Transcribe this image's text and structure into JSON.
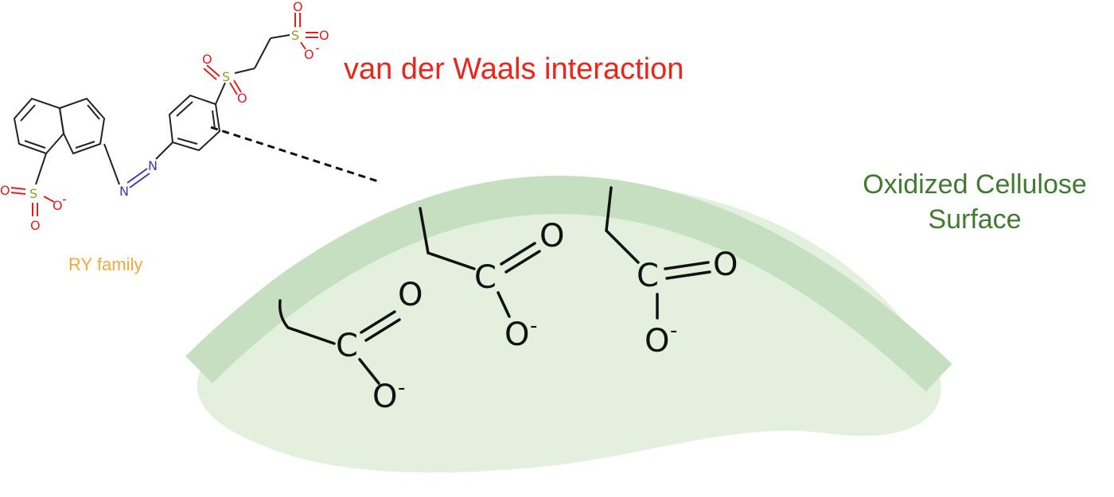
{
  "labels": {
    "interaction": "van der Waals interaction",
    "surface_line1": "Oxidized Cellulose",
    "surface_line2": "Surface",
    "dye_family": "RY family"
  },
  "atoms": {
    "sulfur": "S",
    "oxygen": "O",
    "nitrogen": "N",
    "charge": "-",
    "carbon": "C"
  },
  "colors": {
    "interaction_text": "#e8261a",
    "surface_text": "#3f7a2f",
    "family_text": "#f2a93b",
    "surface_band": "#c5dfc0",
    "surface_fill": "#e3f0de",
    "sulfur": "#9a9a1e",
    "oxygen": "#e02020",
    "nitrogen": "#3a3aaa",
    "bond": "#222222"
  }
}
